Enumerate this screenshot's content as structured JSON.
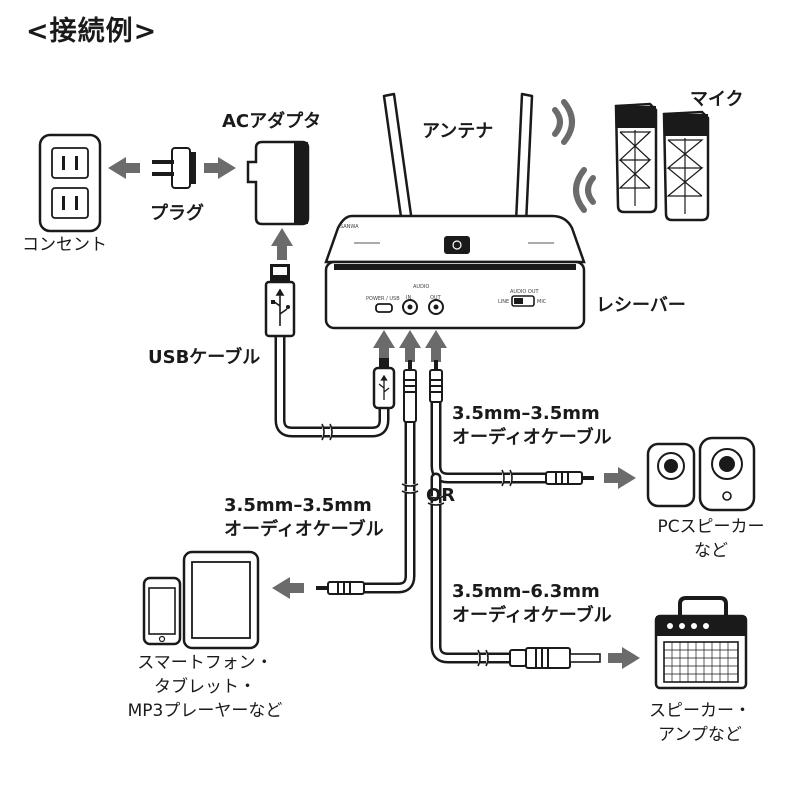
{
  "title": "<接続例>",
  "device": {
    "name": "レシーバー",
    "antenna": "アンテナ",
    "brand": "SANWA",
    "ports": {
      "power": "POWER / USB",
      "audio": "AUDIO",
      "in": "IN",
      "out": "OUT",
      "audio_out": "AUDIO OUT",
      "line": "LINE",
      "mic": "MIC"
    }
  },
  "labels": {
    "ac_adapter": "ACアダプタ",
    "plug": "プラグ",
    "outlet": "コンセント",
    "usb_cable": "USBケーブル",
    "mic": "マイク",
    "or": "OR",
    "cable_out_1": "3.5mm–3.5mm",
    "cable_out_2": "オーディオケーブル",
    "cable_in_1": "3.5mm–3.5mm",
    "cable_in_2": "オーディオケーブル",
    "cable_63_1": "3.5mm–6.3mm",
    "cable_63_2": "オーディオケーブル",
    "pc_speaker_1": "PCスピーカー",
    "pc_speaker_2": "など",
    "sources_1": "スマートフォン・",
    "sources_2": "タブレット・",
    "sources_3": "MP3プレーヤーなど",
    "speaker_amp_1": "スピーカー・",
    "speaker_amp_2": "アンプなど"
  },
  "colors": {
    "ink": "#1a1a1a",
    "arrow": "#6b6b6b",
    "cable": "#ffffff"
  },
  "icons": [
    "power-outlet-icon",
    "plug-icon",
    "ac-adapter-icon",
    "usb-a-connector-icon",
    "usb-c-connector-icon",
    "wireless-signal-icon",
    "microphone-icon",
    "pc-speaker-icon",
    "tablet-icon",
    "smartphone-icon",
    "amplifier-icon",
    "audio-jack-icon"
  ]
}
